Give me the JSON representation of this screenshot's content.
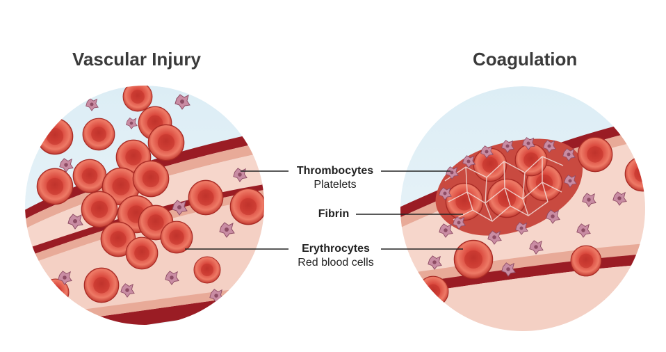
{
  "panels": [
    {
      "title": "Vascular Injury"
    },
    {
      "title": "Coagulation"
    }
  ],
  "labels": [
    {
      "main": "Thrombocytes",
      "sub": "Platelets"
    },
    {
      "main": "Fibrin",
      "sub": ""
    },
    {
      "main": "Erythrocytes",
      "sub": "Red blood cells"
    }
  ],
  "colors": {
    "vessel_outer": "#9a1c24",
    "vessel_wall": "#e9b0a2",
    "vessel_lumen": "#f6d3c8",
    "rbc": "#d9473c",
    "rbc_center": "#c7362d",
    "platelet": "#c07b94",
    "background_fluid": "#d7eaf3"
  }
}
